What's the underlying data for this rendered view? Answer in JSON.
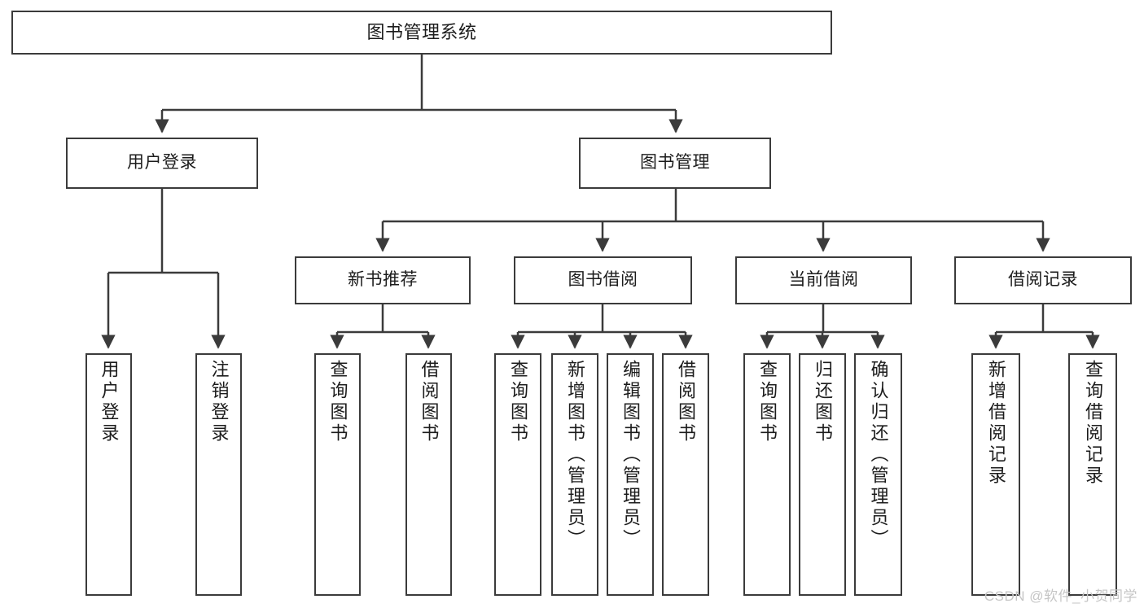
{
  "diagram": {
    "title": "图书管理系统",
    "type": "tree-hierarchy-diagram",
    "colors": {
      "box_border": "#3b3b3b",
      "box_fill": "#ffffff",
      "connector": "#3b3b3b",
      "text": "#1c1c1c",
      "watermark": "#c6c6c6",
      "background": "#ffffff"
    },
    "root": {
      "label": "图书管理系统"
    },
    "level2": [
      {
        "label": "用户登录"
      },
      {
        "label": "图书管理"
      }
    ],
    "level3": [
      {
        "label": "新书推荐"
      },
      {
        "label": "图书借阅"
      },
      {
        "label": "当前借阅"
      },
      {
        "label": "借阅记录"
      }
    ],
    "leaves": {
      "user_login": [
        {
          "label": "用户登录"
        },
        {
          "label": "注销登录"
        }
      ],
      "new_book": [
        {
          "label": "查询图书"
        },
        {
          "label": "借阅图书"
        }
      ],
      "book_borrow": [
        {
          "label": "查询图书"
        },
        {
          "label": "新增图书（管理员）"
        },
        {
          "label": "编辑图书（管理员）"
        },
        {
          "label": "借阅图书"
        }
      ],
      "current_borrow": [
        {
          "label": "查询图书"
        },
        {
          "label": "归还图书"
        },
        {
          "label": "确认归还（管理员）"
        }
      ],
      "borrow_record": [
        {
          "label": "新增借阅记录"
        },
        {
          "label": "查询借阅记录"
        }
      ]
    },
    "watermark": "CSDN @软件_小贺同学"
  }
}
